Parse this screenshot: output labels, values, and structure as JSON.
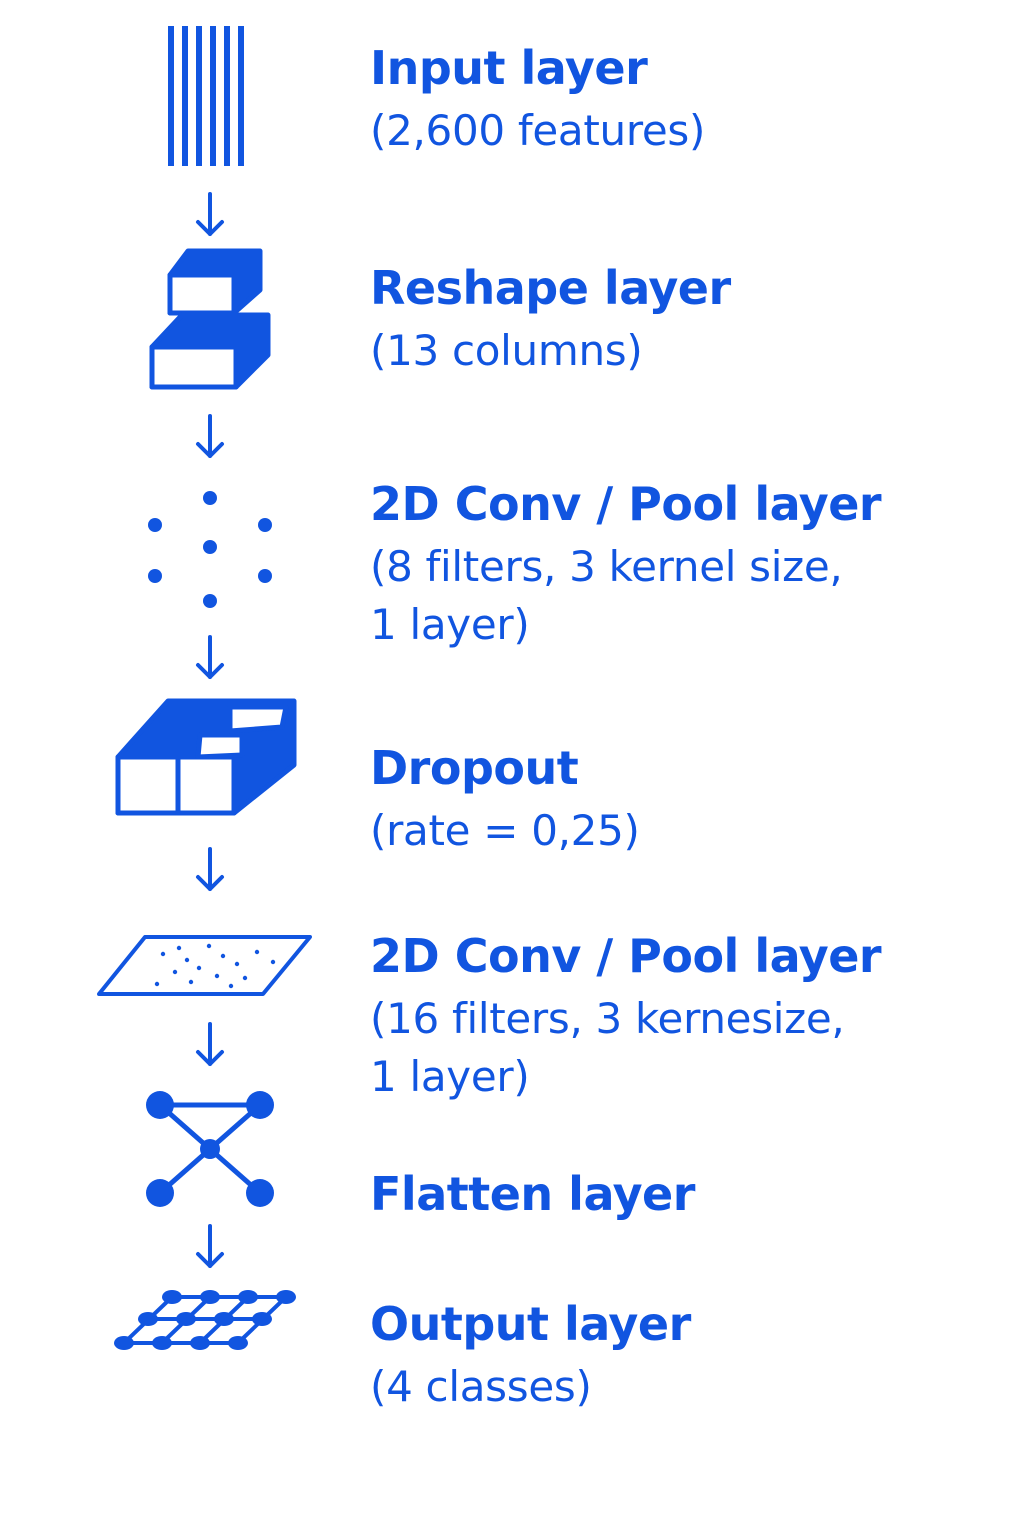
{
  "accent_color": "#1155e0",
  "layers": [
    {
      "icon": "vertical-bars-icon",
      "title": "Input layer",
      "detail": [
        "(2,600 features)"
      ]
    },
    {
      "icon": "stacked-boxes-icon",
      "title": "Reshape layer",
      "detail": [
        "(13 columns)"
      ]
    },
    {
      "icon": "dot-pattern-icon",
      "title": "2D Conv / Pool layer",
      "detail": [
        "(8 filters, 3 kernel size,",
        "1 layer)"
      ]
    },
    {
      "icon": "split-box-icon",
      "title": "Dropout",
      "detail": [
        "(rate = 0,25)"
      ]
    },
    {
      "icon": "dotted-plane-icon",
      "title": "2D Conv / Pool layer",
      "detail": [
        "(16 filters, 3 kernesize,",
        "1 layer)"
      ]
    },
    {
      "icon": "network-nodes-icon",
      "title": "Flatten layer",
      "detail": []
    },
    {
      "icon": "node-grid-icon",
      "title": "Output layer",
      "detail": [
        "(4 classes)"
      ]
    }
  ]
}
